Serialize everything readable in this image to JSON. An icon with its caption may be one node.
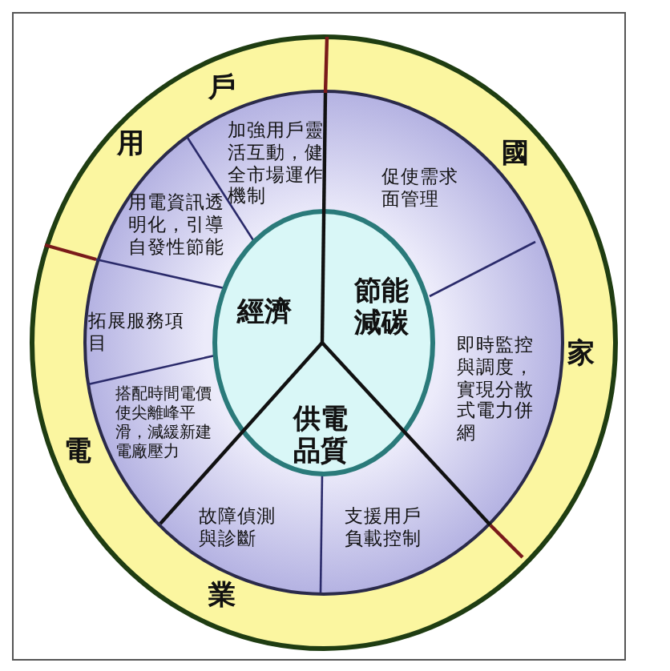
{
  "diagram": {
    "labels": [
      "戶",
      "加強用戶靈活互動，健全市場運作機制",
      "用",
      "國",
      "促使需求面管理",
      "用電資訊透明化，引導自發性節能",
      "經濟",
      "節能減碳",
      "拓展服務項目",
      "即時監控與調度，實現分散式電力併網",
      "家",
      "搭配時間電價使尖離峰平滑，減緩新建電廠壓力",
      "供電品質",
      "電",
      "故障偵測與診斷",
      "支援用戶負載控制",
      "業"
    ]
  }
}
